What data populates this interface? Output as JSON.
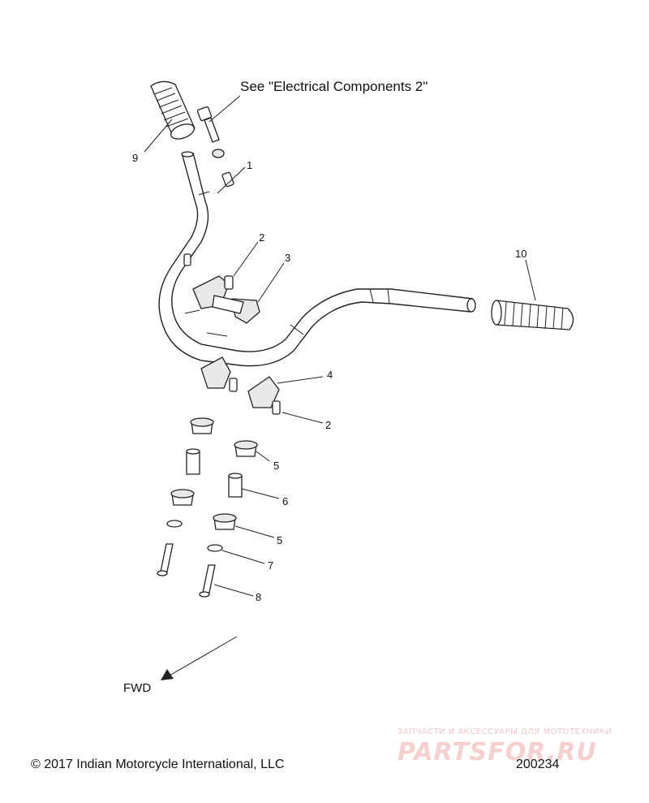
{
  "diagram": {
    "note": "See \"Electrical Components 2\"",
    "direction_label": "FWD",
    "callouts": {
      "c1": "1",
      "c2a": "2",
      "c2b": "2",
      "c3": "3",
      "c4": "4",
      "c5a": "5",
      "c5b": "5",
      "c6": "6",
      "c7": "7",
      "c8": "8",
      "c9": "9",
      "c10": "10"
    }
  },
  "footer": {
    "copyright": "© 2017 Indian Motorcycle International, LLC",
    "figure_number": "200234"
  },
  "watermark": {
    "tagline": "ЗАПЧАСТИ И АКСЕССУАРЫ ДЛЯ МОТОТЕХНИКИ",
    "brand": "PARTSFOR.RU"
  }
}
